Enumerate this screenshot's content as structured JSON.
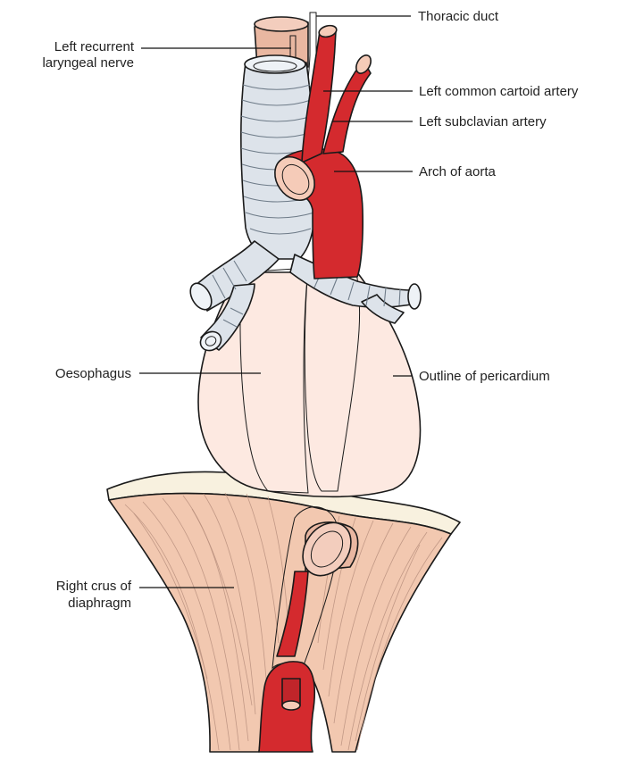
{
  "figure": {
    "labels": {
      "thoracic_duct": "Thoracic duct",
      "left_recurrent_laryngeal_nerve_line1": "Left recurrent",
      "left_recurrent_laryngeal_nerve_line2": "laryngeal nerve",
      "left_common_carotid_artery": "Left common cartoid artery",
      "left_subclavian_artery": "Left subclavian artery",
      "arch_of_aorta": "Arch of aorta",
      "oesophagus": "Oesophagus",
      "outline_of_pericardium": "Outline of pericardium",
      "right_crus_of_diaphragm_line1": "Right crus of",
      "right_crus_of_diaphragm_line2": "diaphragm"
    },
    "colors": {
      "artery": "#d42a2e",
      "artery_cut": "#f5cbb8",
      "trachea": "#dde3ea",
      "oesophagus": "#eec5b3",
      "pericardium": "#fde9e1",
      "diaphragm_muscle": "#f2c8b0",
      "central_tendon": "#f8f1df",
      "nerve_duct": "#f3c21c"
    }
  }
}
